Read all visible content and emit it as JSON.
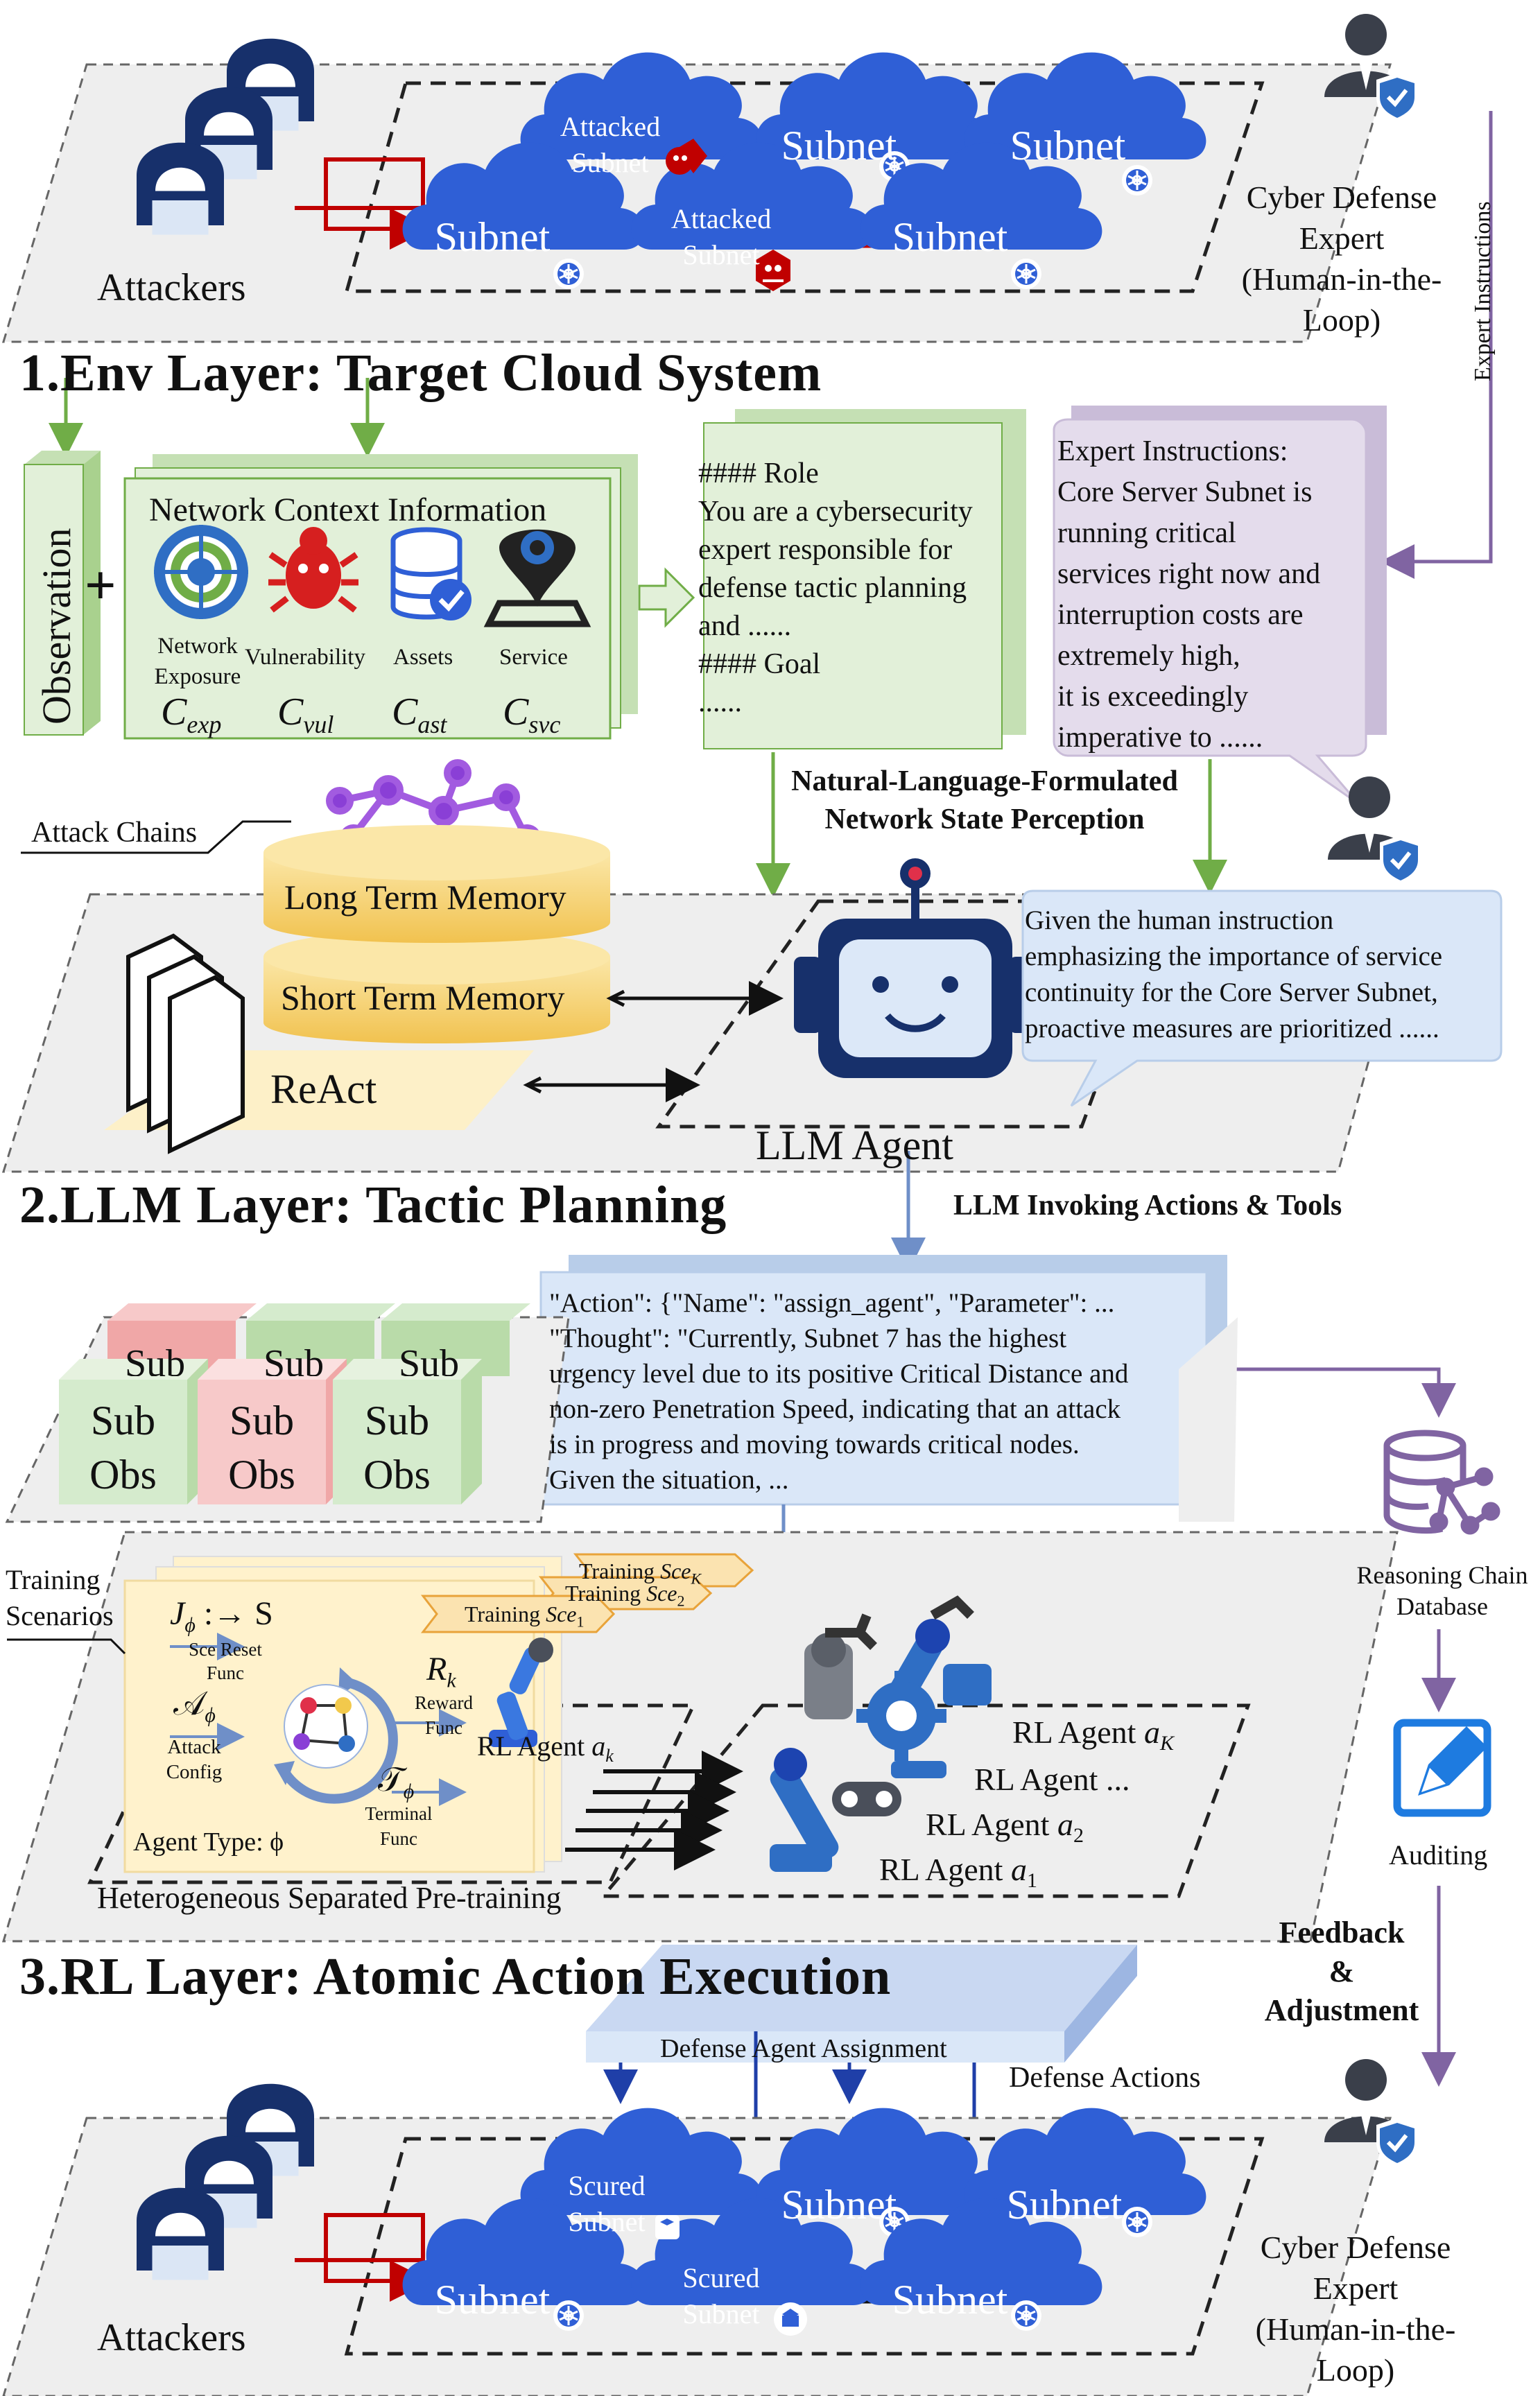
{
  "colors": {
    "cloud": "#2f5fd6",
    "cloud_dark": "#1d44b0",
    "attack_red": "#c00000",
    "green_box": "#e2f0d9",
    "purple_box": "#e4dcec",
    "blue_box": "#dae7f8",
    "memory_yellow": "#f6d98a",
    "react_yellow": "#fdf0c8",
    "pink_obs": "#f7c9c9",
    "green_obs": "#d5ebcd",
    "arrow_green": "#70ad47",
    "arrow_purple": "#8064a2",
    "arrow_blue": "#6f8fc8"
  },
  "layers": {
    "env_title": "1.Env Layer: Target Cloud System",
    "llm_title": "2.LLM Layer: Tactic Planning",
    "rl_title": "3.RL Layer: Atomic Action Execution"
  },
  "env": {
    "attackers_label": "Attackers",
    "clouds": [
      {
        "label": "Attacked\nSubnet",
        "state": "attacked"
      },
      {
        "label": "Subnet",
        "state": "normal"
      },
      {
        "label": "Subnet",
        "state": "normal"
      },
      {
        "label": "Subnet",
        "state": "normal"
      },
      {
        "label": "Attacked\nSubnet",
        "state": "attacked"
      },
      {
        "label": "Subnet",
        "state": "normal"
      }
    ],
    "expert_label": [
      "Cyber Defense",
      "Expert",
      "(Human-in-the-",
      "Loop)"
    ],
    "expert_instructions_vertical": "Expert Instructions"
  },
  "observation": {
    "observation_label": "Observation",
    "plus": "+",
    "context_title": "Network Context Information",
    "items": [
      {
        "label": "Network\nExposure",
        "symbol": "C",
        "sub": "exp",
        "icon": "radar-icon"
      },
      {
        "label": "Vulnerability",
        "symbol": "C",
        "sub": "vul",
        "icon": "bug-icon"
      },
      {
        "label": "Assets",
        "symbol": "C",
        "sub": "ast",
        "icon": "database-check-icon"
      },
      {
        "label": "Service",
        "symbol": "C",
        "sub": "svc",
        "icon": "location-pin-icon"
      }
    ]
  },
  "prompt_box": {
    "lines": [
      "#### Role",
      "You are a cybersecurity",
      "expert responsible for",
      "defense tactic planning",
      "and ......",
      "#### Goal",
      "......"
    ]
  },
  "expert_box": {
    "lines": [
      "Expert Instructions:",
      "Core Server Subnet is",
      "running critical",
      "services right now and",
      "interruption costs are",
      "extremely high,",
      "it is exceedingly",
      "imperative to ......"
    ]
  },
  "perception_label": [
    "Natural-Language-Formulated",
    "Network State Perception"
  ],
  "memory": {
    "attack_chains": "Attack Chains",
    "long_term": "Long Term Memory",
    "short_term": "Short Term Memory",
    "react": "ReAct",
    "agent_label": "LLM Agent"
  },
  "agent_reply": {
    "lines": [
      "Given the human instruction",
      "emphasizing the importance of service",
      "continuity for the Core Server Subnet,",
      "proactive measures are prioritized ......"
    ]
  },
  "invoking_label": "LLM Invoking Actions & Tools",
  "action_box": {
    "lines": [
      "\"Action\": {\"Name\": \"assign_agent\", \"Parameter\": ...",
      "\"Thought\": \"Currently, Subnet 7 has the highest",
      "urgency level due to its positive Critical Distance and",
      "non-zero Penetration Speed, indicating that an attack",
      "is in progress and moving towards critical nodes.",
      "Given the situation, ..."
    ]
  },
  "sub_obs": {
    "front": [
      {
        "line1": "Sub",
        "line2": "Obs",
        "color": "green"
      },
      {
        "line1": "Sub",
        "line2": "Obs",
        "color": "pink"
      },
      {
        "line1": "Sub",
        "line2": "Obs",
        "color": "green"
      }
    ],
    "back_peek": "Sub"
  },
  "side_flow": {
    "database_label": [
      "Reasoning Chain",
      "Database"
    ],
    "auditing_label": "Auditing",
    "feedback_label": [
      "Feedback",
      "&",
      "Adjustment"
    ]
  },
  "training": {
    "scenarios_label": [
      "Training",
      "Scenarios"
    ],
    "tabs": [
      {
        "text": "Training ",
        "symbol": "Sce",
        "sub": "K"
      },
      {
        "text": "Training ",
        "symbol": "Sce",
        "sub": "2"
      },
      {
        "text": "Training ",
        "symbol": "Sce",
        "sub": "1"
      }
    ],
    "j_formula": "J",
    "j_sub": "ϕ",
    "j_rest": " :→ S",
    "sce_reset": [
      "Sce Reset",
      "Func"
    ],
    "a_symbol": "𝒜",
    "a_sub": "ϕ",
    "attack_config": [
      "Attack",
      "Config"
    ],
    "r_symbol": "R",
    "r_sub": "k",
    "reward": [
      "Reward",
      "Func"
    ],
    "t_symbol": "𝒯",
    "t_sub": "ϕ",
    "terminal": [
      "Terminal",
      "Func"
    ],
    "rl_agent_k": "RL Agent ",
    "rl_agent_k_sym": "a",
    "rl_agent_k_sub": "k",
    "agent_type": "Agent Type:  ϕ",
    "pretraining_label": "Heterogeneous Separated Pre-training"
  },
  "rl_agents": [
    {
      "text": "RL Agent ",
      "sym": "a",
      "sub": "K"
    },
    {
      "text": "RL Agent ...",
      "sym": "",
      "sub": ""
    },
    {
      "text": "RL Agent ",
      "sym": "a",
      "sub": "2"
    },
    {
      "text": "RL Agent ",
      "sym": "a",
      "sub": "1"
    }
  ],
  "rl_layer": {
    "assignment_label": "Defense Agent Assignment",
    "defense_actions": "Defense Actions",
    "attackers_label": "Attackers",
    "clouds": [
      {
        "label": "Scured\nSubnet",
        "state": "secured"
      },
      {
        "label": "Subnet",
        "state": "normal"
      },
      {
        "label": "Subnet",
        "state": "normal"
      },
      {
        "label": "Subnet",
        "state": "normal"
      },
      {
        "label": "Scured\nSubnet",
        "state": "secured"
      },
      {
        "label": "Subnet",
        "state": "normal"
      }
    ],
    "expert_label": [
      "Cyber Defense",
      "Expert",
      "(Human-in-the-",
      "Loop)"
    ]
  }
}
